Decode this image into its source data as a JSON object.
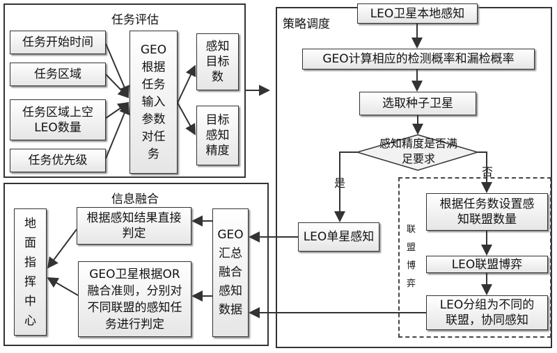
{
  "task_eval": {
    "title": "任务评估",
    "inputs": [
      "任务开始时间",
      "任务区域",
      "任务区域上空LEO数量",
      "任务优先级"
    ],
    "geo": "GEO根据任务输入参数对任务",
    "out1": "感知目标数",
    "out2": "目标感知精度"
  },
  "strategy": {
    "title": "策略调度",
    "step1": "LEO卫星本地感知",
    "step2": "GEO计算相应的检测概率和漏检概率",
    "step3": "选取种子卫星",
    "decision": "感知精度是否满足要求",
    "yes": "是",
    "no": "否",
    "single": "LEO单星感知",
    "coalition_label": "联盟博弈",
    "c1": "根据任务数设置感知联盟数量",
    "c2": "LEO联盟博弈",
    "c3": "LEO分组为不同的联盟，协同感知"
  },
  "fusion": {
    "title": "信息融合",
    "ground": "地面指挥中心",
    "direct": "根据感知结果直接判定",
    "or_rule": "GEO卫星根据OR融合准则，分别对不同联盟的感知任务进行判定",
    "geo": "GEO汇总融合感知数据"
  }
}
